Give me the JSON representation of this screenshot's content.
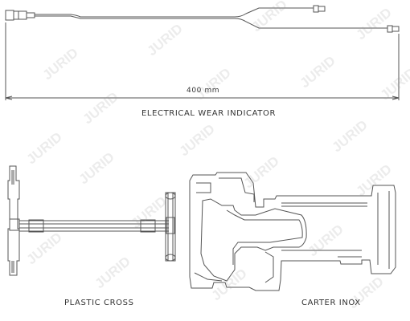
{
  "dimension": {
    "label": "400 mm"
  },
  "captions": {
    "wear_indicator": "ELECTRICAL WEAR INDICATOR",
    "plastic_cross": "PLASTIC CROSS",
    "carter_inox": "CARTER INOX"
  },
  "watermark": {
    "text": "JURID"
  },
  "colors": {
    "line": "#555555",
    "watermark": "#cfcfcf"
  }
}
